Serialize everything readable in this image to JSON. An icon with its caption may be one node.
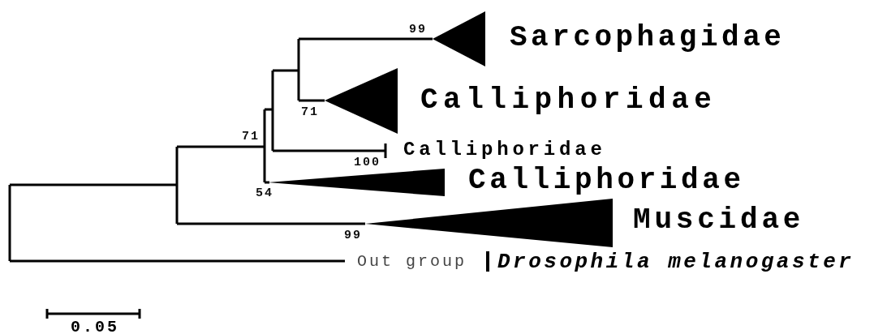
{
  "diagram": {
    "labels": [
      "99",
      "Sarcophagidae",
      "Calliphoridae",
      "71",
      "71",
      "Calliphoridae",
      "100",
      "Calliphoridae",
      "54",
      "Muscidae",
      "99",
      "Out group",
      "Drosophila melanogaster",
      "0.05"
    ]
  }
}
